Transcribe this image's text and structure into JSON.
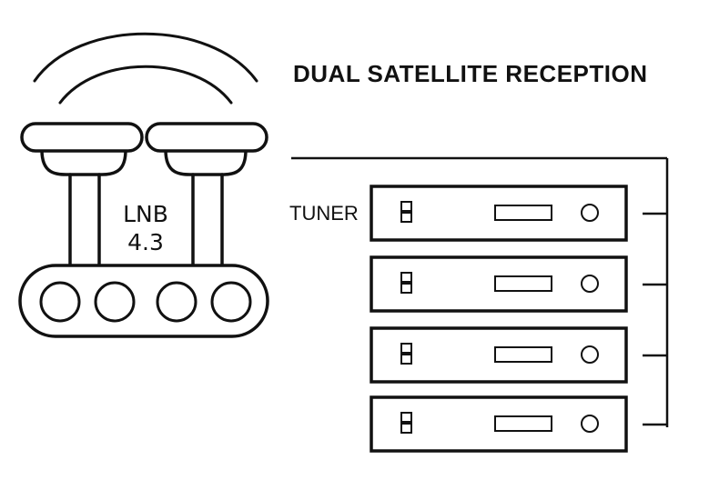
{
  "title": "DUAL SATELLITE RECEPTION",
  "lnb": {
    "label_line1": "LNB",
    "label_line2": "4.3",
    "port_count": 4
  },
  "tuner": {
    "label": "TUNER",
    "count": 4
  },
  "colors": {
    "stroke": "#111111",
    "background": "#ffffff"
  }
}
